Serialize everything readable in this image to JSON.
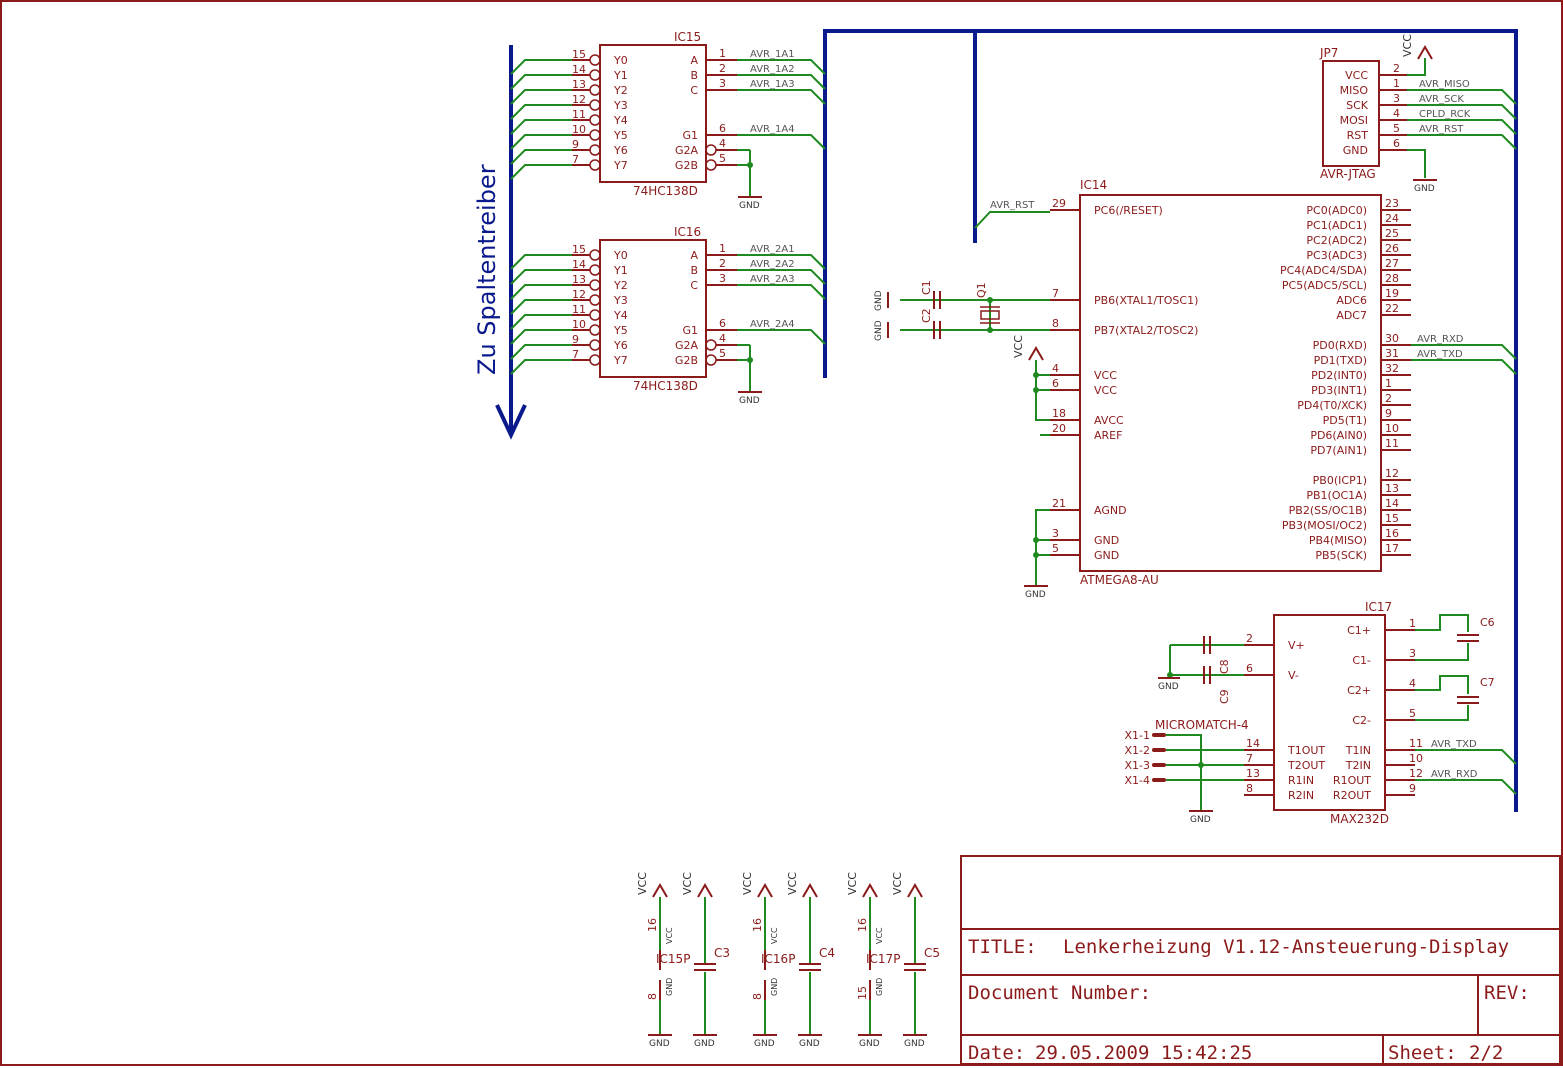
{
  "colors": {
    "frame": "#8b1a1a",
    "bus": "#0a1a8c",
    "wire": "#1f8a1f",
    "text": "#555555"
  },
  "decoders": [
    {
      "name": "IC15",
      "type": "74HC138D",
      "oy": 0,
      "left": [
        {
          "n": "15",
          "l": "Y0"
        },
        {
          "n": "14",
          "l": "Y1"
        },
        {
          "n": "13",
          "l": "Y2"
        },
        {
          "n": "12",
          "l": "Y3"
        },
        {
          "n": "11",
          "l": "Y4"
        },
        {
          "n": "10",
          "l": "Y5"
        },
        {
          "n": "9",
          "l": "Y6"
        },
        {
          "n": "7",
          "l": "Y7"
        }
      ],
      "right": [
        {
          "n": "1",
          "l": "A",
          "net": "AVR_1A1"
        },
        {
          "n": "2",
          "l": "B",
          "net": "AVR_1A2"
        },
        {
          "n": "3",
          "l": "C",
          "net": "AVR_1A3"
        },
        {
          "n": "6",
          "l": "G1",
          "net": "AVR_1A4"
        },
        {
          "n": "4",
          "l": "G2A",
          "net": ""
        },
        {
          "n": "5",
          "l": "G2B",
          "net": ""
        }
      ],
      "gnd": "GND"
    },
    {
      "name": "IC16",
      "type": "74HC138D",
      "oy": 195,
      "left": [
        {
          "n": "15",
          "l": "Y0"
        },
        {
          "n": "14",
          "l": "Y1"
        },
        {
          "n": "13",
          "l": "Y2"
        },
        {
          "n": "12",
          "l": "Y3"
        },
        {
          "n": "11",
          "l": "Y4"
        },
        {
          "n": "10",
          "l": "Y5"
        },
        {
          "n": "9",
          "l": "Y6"
        },
        {
          "n": "7",
          "l": "Y7"
        }
      ],
      "right": [
        {
          "n": "1",
          "l": "A",
          "net": "AVR_2A1"
        },
        {
          "n": "2",
          "l": "B",
          "net": "AVR_2A2"
        },
        {
          "n": "3",
          "l": "C",
          "net": "AVR_2A3"
        },
        {
          "n": "6",
          "l": "G1",
          "net": "AVR_2A4"
        },
        {
          "n": "4",
          "l": "G2A",
          "net": ""
        },
        {
          "n": "5",
          "l": "G2B",
          "net": ""
        }
      ],
      "gnd": "GND"
    }
  ],
  "bus_label": "Zu Spaltentreiber",
  "mcu": {
    "name": "IC14",
    "type": "ATMEGA8-AU",
    "left": [
      {
        "n": "29",
        "l": "PC6(/RESET)",
        "net": "AVR_RST"
      },
      {
        "n": "7",
        "l": "PB6(XTAL1/TOSC1)",
        "net": ""
      },
      {
        "n": "8",
        "l": "PB7(XTAL2/TOSC2)",
        "net": ""
      },
      {
        "n": "4",
        "l": "VCC",
        "net": ""
      },
      {
        "n": "6",
        "l": "VCC",
        "net": ""
      },
      {
        "n": "18",
        "l": "AVCC",
        "net": ""
      },
      {
        "n": "20",
        "l": "AREF",
        "net": ""
      },
      {
        "n": "21",
        "l": "AGND",
        "net": ""
      },
      {
        "n": "3",
        "l": "GND",
        "net": ""
      },
      {
        "n": "5",
        "l": "GND",
        "net": ""
      }
    ],
    "right": [
      {
        "n": "23",
        "l": "PC0(ADC0)",
        "net": ""
      },
      {
        "n": "24",
        "l": "PC1(ADC1)",
        "net": ""
      },
      {
        "n": "25",
        "l": "PC2(ADC2)",
        "net": ""
      },
      {
        "n": "26",
        "l": "PC3(ADC3)",
        "net": ""
      },
      {
        "n": "27",
        "l": "PC4(ADC4/SDA)",
        "net": ""
      },
      {
        "n": "28",
        "l": "PC5(ADC5/SCL)",
        "net": ""
      },
      {
        "n": "19",
        "l": "ADC6",
        "net": ""
      },
      {
        "n": "22",
        "l": "ADC7",
        "net": ""
      },
      {
        "n": "30",
        "l": "PD0(RXD)",
        "net": "AVR_RXD"
      },
      {
        "n": "31",
        "l": "PD1(TXD)",
        "net": "AVR_TXD"
      },
      {
        "n": "32",
        "l": "PD2(INT0)",
        "net": ""
      },
      {
        "n": "1",
        "l": "PD3(INT1)",
        "net": ""
      },
      {
        "n": "2",
        "l": "PD4(T0/XCK)",
        "net": ""
      },
      {
        "n": "9",
        "l": "PD5(T1)",
        "net": ""
      },
      {
        "n": "10",
        "l": "PD6(AIN0)",
        "net": ""
      },
      {
        "n": "11",
        "l": "PD7(AIN1)",
        "net": ""
      },
      {
        "n": "12",
        "l": "PB0(ICP1)",
        "net": ""
      },
      {
        "n": "13",
        "l": "PB1(OC1A)",
        "net": ""
      },
      {
        "n": "14",
        "l": "PB2(SS/OC1B)",
        "net": ""
      },
      {
        "n": "15",
        "l": "PB3(MOSI/OC2)",
        "net": ""
      },
      {
        "n": "16",
        "l": "PB4(MISO)",
        "net": ""
      },
      {
        "n": "17",
        "l": "PB5(SCK)",
        "net": ""
      }
    ],
    "c1": "C1",
    "c2": "C2",
    "q1": "Q1",
    "gnd": "GND",
    "vcc": "VCC"
  },
  "jtag": {
    "name": "JP7",
    "type": "AVR-JTAG",
    "pins": [
      {
        "n": "2",
        "l": "VCC",
        "net": ""
      },
      {
        "n": "1",
        "l": "MISO",
        "net": "AVR_MISO"
      },
      {
        "n": "3",
        "l": "SCK",
        "net": "AVR_SCK"
      },
      {
        "n": "4",
        "l": "MOSI",
        "net": "CPLD_RCK"
      },
      {
        "n": "5",
        "l": "RST",
        "net": "AVR_RST"
      },
      {
        "n": "6",
        "l": "GND",
        "net": ""
      }
    ],
    "vcc": "VCC",
    "gnd": "GND"
  },
  "max232": {
    "name": "IC17",
    "type": "MAX232D",
    "left": [
      {
        "n": "2",
        "l": "V+"
      },
      {
        "n": "6",
        "l": "V-"
      },
      {
        "n": "14",
        "l": "T1OUT"
      },
      {
        "n": "7",
        "l": "T2OUT"
      },
      {
        "n": "13",
        "l": "R1IN"
      },
      {
        "n": "8",
        "l": "R2IN"
      }
    ],
    "right": [
      {
        "n": "1",
        "l": "C1+",
        "net": ""
      },
      {
        "n": "3",
        "l": "C1-",
        "net": ""
      },
      {
        "n": "4",
        "l": "C2+",
        "net": ""
      },
      {
        "n": "5",
        "l": "C2-",
        "net": ""
      },
      {
        "n": "11",
        "l": "T1IN",
        "net": "AVR_TXD"
      },
      {
        "n": "10",
        "l": "T2IN",
        "net": ""
      },
      {
        "n": "12",
        "l": "R1OUT",
        "net": "AVR_RXD"
      },
      {
        "n": "9",
        "l": "R2OUT",
        "net": ""
      }
    ],
    "caps": {
      "c6": "C6",
      "c7": "C7",
      "c8": "C8",
      "c9": "C9"
    },
    "conn": "MICROMATCH-4",
    "conn_pins": [
      "X1-1",
      "X1-2",
      "X1-3",
      "X1-4"
    ],
    "gnd": "GND"
  },
  "power": [
    {
      "ic": "IC15P",
      "cap": "C3",
      "vcc_pin": "16",
      "gnd_pin": "8"
    },
    {
      "ic": "IC16P",
      "cap": "C4",
      "vcc_pin": "16",
      "gnd_pin": "8"
    },
    {
      "ic": "IC17P",
      "cap": "C5",
      "vcc_pin": "16",
      "gnd_pin": "15"
    }
  ],
  "power_labels": {
    "vcc": "VCC",
    "gnd": "GND"
  },
  "title_block": {
    "title_label": "TITLE:",
    "title": "Lenkerheizung V1.12-Ansteuerung-Display",
    "doc_label": "Document Number:",
    "rev_label": "REV:",
    "date_label": "Date:",
    "date": "29.05.2009 15:42:25",
    "sheet_label": "Sheet:",
    "sheet": "2/2"
  }
}
